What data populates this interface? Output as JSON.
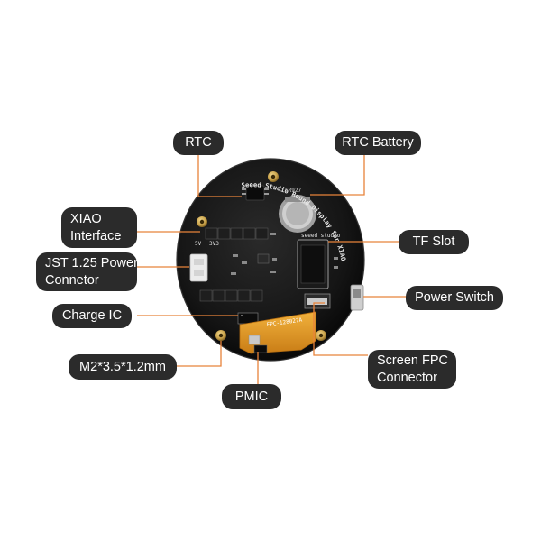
{
  "callouts": {
    "rtc": "RTC",
    "rtc_battery": "RTC Battery",
    "xiao_interface": [
      "XIAO",
      "Interface"
    ],
    "tf_slot": "TF Slot",
    "jst_power_connector": [
      "JST 1.25 Power",
      "Connetor"
    ],
    "power_switch": "Power Switch",
    "charge_ic": "Charge IC",
    "m2_screw": "M2*3.5*1.2mm",
    "screen_fpc_connector": [
      "Screen FPC",
      "Connector"
    ],
    "pmic": "PMIC"
  },
  "board_silkscreen": {
    "brand_arc": "Seeed Studio Round Display for XIAO",
    "cr_label": "CR927",
    "pin_5v": "5V",
    "pin_3v3": "3V3",
    "seeed_mark": "seeed studio",
    "fpc_marking": "FPC-128027A"
  },
  "colors": {
    "leader_line": "#e8833a",
    "label_bg": "#2b2b2b",
    "label_text": "#ffffff",
    "pcb": "#141414",
    "gold": "#c9a24a",
    "fpc_orange": "#e59a2a"
  }
}
